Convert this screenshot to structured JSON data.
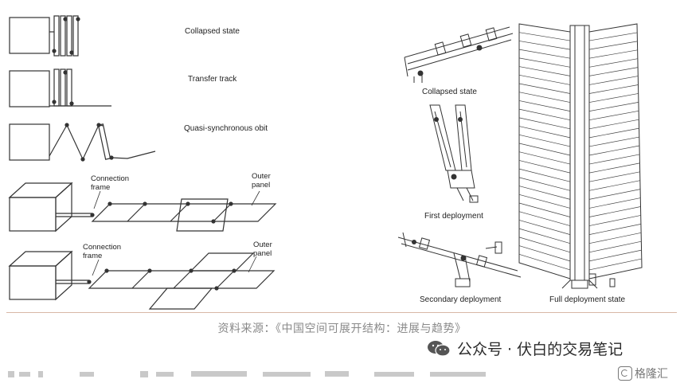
{
  "left_panel": {
    "labels": {
      "collapsed": "Collapsed state",
      "transfer": "Transfer track",
      "quasi": "Quasi-synchronous obit",
      "conn1": "Connection frame",
      "outer1": "Outer panel",
      "conn2": "Connection frame",
      "outer2": "Outer panel"
    }
  },
  "right_panel": {
    "labels": {
      "collapsed": "Collapsed state",
      "first": "First deployment",
      "secondary": "Secondary deployment",
      "full": "Full deployment state"
    }
  },
  "caption": {
    "source": "资料来源：《中国空间可展开结构：进展与趋势》"
  },
  "watermark": {
    "wechat_text": "公众号 · 伏白的交易笔记",
    "brand": "格隆汇"
  },
  "colors": {
    "line": "#333333",
    "rule": "#d8b7a6",
    "caption": "#8a8a8a"
  }
}
